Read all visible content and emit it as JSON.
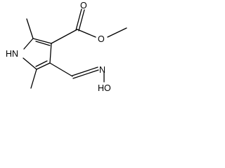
{
  "molecule": {
    "atoms": {
      "nh": "HN",
      "o_carbonyl": "O",
      "o_ester": "O",
      "n_oxime": "N",
      "oh": "HO"
    },
    "colors": {
      "bond": "#000000",
      "text": "#000000",
      "background": "#ffffff"
    }
  }
}
